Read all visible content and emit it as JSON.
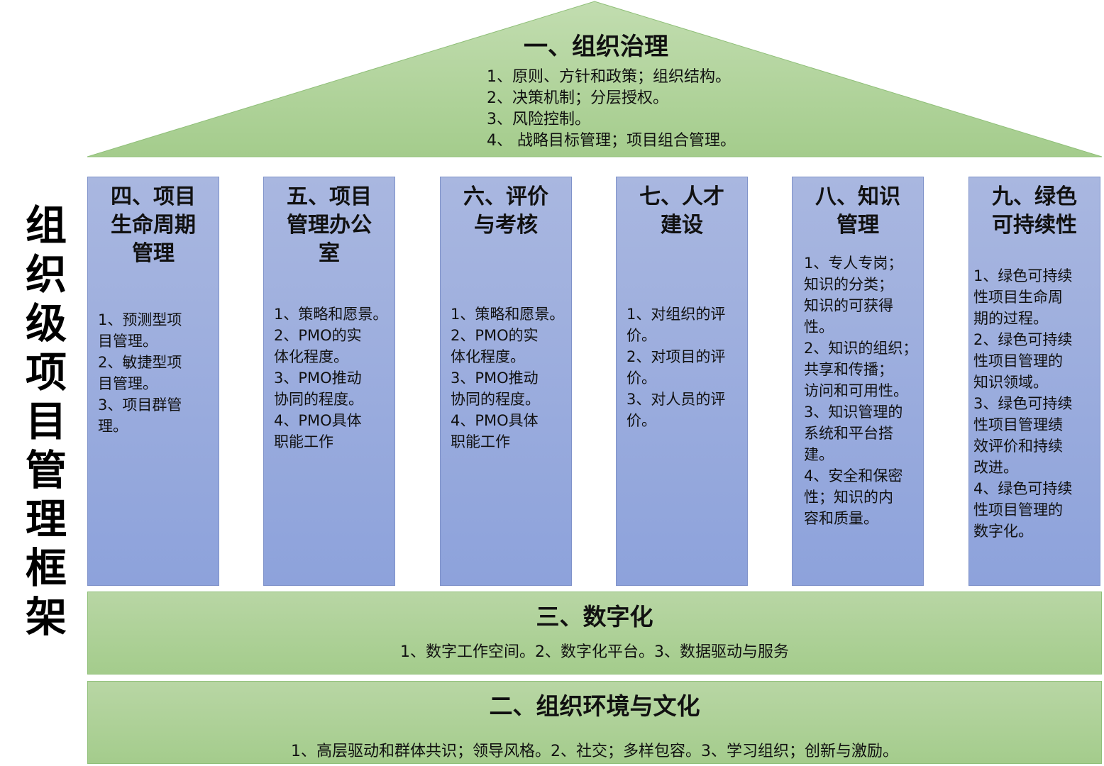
{
  "side_title": [
    "组",
    "织",
    "级",
    "项",
    "目",
    "管",
    "理",
    "框",
    "架"
  ],
  "roof": {
    "title": "一、组织治理",
    "items": [
      "1、原则、方针和政策；组织结构。",
      "2、决策机制；分层授权。",
      "3、风险控制。",
      "4、 战略目标管理；项目组合管理。"
    ]
  },
  "pillars": [
    {
      "title": [
        "四、项目",
        "生命周期",
        "管理"
      ],
      "items": [
        "1、预测型项",
        "目管理。",
        "2、敏捷型项",
        "目管理。",
        "3、项目群管",
        "理。"
      ]
    },
    {
      "title": [
        "五、项目",
        "管理办公",
        "室"
      ],
      "items": [
        "1、策略和愿景。",
        "2、PMO的实",
        "体化程度。",
        "3、PMO推动",
        "协同的程度。",
        "4、PMO具体",
        "职能工作"
      ]
    },
    {
      "title": [
        "六、评价",
        "与考核"
      ],
      "items": [
        "1、策略和愿景。",
        "2、PMO的实",
        "体化程度。",
        "3、PMO推动",
        "协同的程度。",
        "4、PMO具体",
        "职能工作"
      ]
    },
    {
      "title": [
        "七、人才",
        "建设"
      ],
      "items": [
        "1、对组织的评",
        "价。",
        "2、对项目的评",
        "价。",
        "3、对人员的评",
        "价。"
      ]
    },
    {
      "title": [
        "八、知识",
        "管理"
      ],
      "items": [
        "1、专人专岗；",
        "知识的分类；",
        "知识的可获得",
        "性。",
        "2、知识的组织；",
        "共享和传播；",
        "访问和可用性。",
        "3、知识管理的",
        "系统和平台搭",
        "建。",
        "4、安全和保密",
        "性；知识的内",
        "容和质量。"
      ]
    },
    {
      "title": [
        "九、绿色",
        "可持续性"
      ],
      "items": [
        "1、绿色可持续",
        "性项目生命周",
        "期的过程。",
        "2、绿色可持续",
        "性项目管理的",
        "知识领域。",
        "3、绿色可持续",
        "性项目管理绩",
        "效评价和持续",
        "改进。",
        "4、绿色可持续",
        "性项目管理的",
        "数字化。"
      ]
    }
  ],
  "digital": {
    "title": "三、数字化",
    "text": "1、数字工作空间。2、数字化平台。3、数据驱动与服务"
  },
  "culture": {
    "title": "二、组织环境与文化",
    "text": "1、高层驱动和群体共识；领导风格。2、社交；多样包容。3、学习组织；创新与激励。"
  },
  "colors": {
    "roof": "#a9cf91",
    "pillar": "#9aaee0",
    "band": "#b0d49a"
  }
}
